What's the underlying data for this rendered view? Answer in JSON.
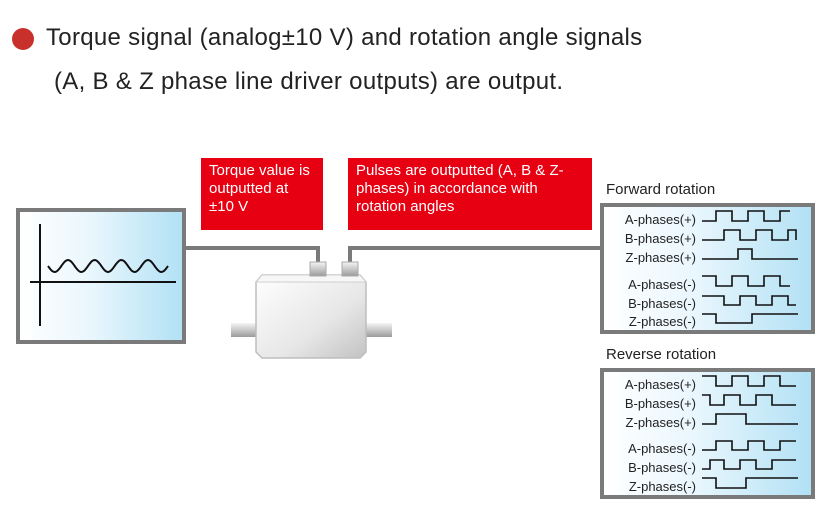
{
  "heading": {
    "line1": "Torque signal (analog±10 V) and rotation angle signals",
    "line2": "(A, B & Z phase line driver outputs) are output."
  },
  "callouts": {
    "torque": "Torque value is outputted at ±10 V",
    "pulses": "Pulses are outputted (A, B & Z-phases) in accordance with rotation angles"
  },
  "forward": {
    "title": "Forward rotation",
    "signals": [
      "A-phases(+)",
      "B-phases(+)",
      "Z-phases(+)",
      "A-phases(-)",
      "B-phases(-)",
      "Z-phases(-)"
    ]
  },
  "reverse": {
    "title": "Reverse rotation",
    "signals": [
      "A-phases(+)",
      "B-phases(+)",
      "Z-phases(+)",
      "A-phases(-)",
      "B-phases(-)",
      "Z-phases(-)"
    ]
  },
  "colors": {
    "accent_red": "#e60012",
    "bullet": "#c8302c",
    "panel_border": "#7a7a7a",
    "panel_blue": "#b2e1f5"
  }
}
